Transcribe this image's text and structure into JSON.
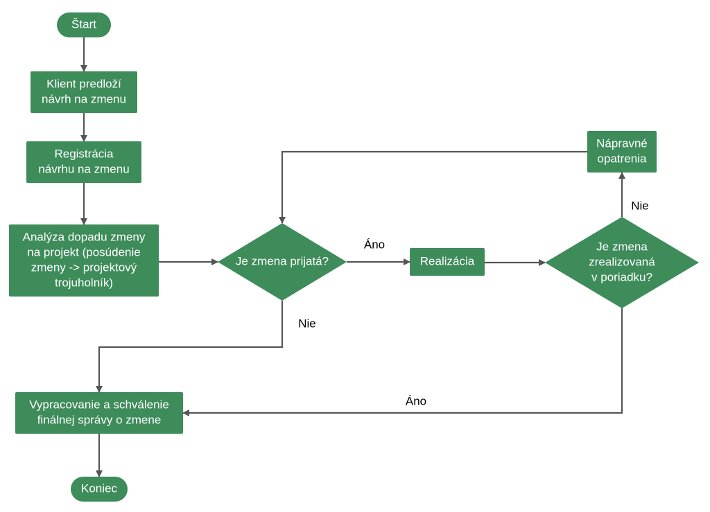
{
  "colors": {
    "node_fill": "#3d8c5a",
    "node_text": "#ffffff",
    "connector": "#555555",
    "label_text": "#000000"
  },
  "nodes": {
    "start": {
      "shape": "terminal",
      "lines": [
        "Štart"
      ]
    },
    "client_submit": {
      "shape": "process",
      "lines": [
        "Klient predloží",
        "návrh na zmenu"
      ]
    },
    "registration": {
      "shape": "process",
      "lines": [
        "Registrácia",
        "návrhu na zmenu"
      ]
    },
    "impact_analysis": {
      "shape": "process",
      "lines": [
        "Analýza dopadu zmeny",
        "na projekt (posúdenie",
        "zmeny -> projektový",
        "trojuholník)"
      ]
    },
    "accepted_decision": {
      "shape": "decision",
      "lines": [
        "Je zmena prijatá?"
      ]
    },
    "implementation": {
      "shape": "process",
      "lines": [
        "Realizácia"
      ]
    },
    "ok_decision": {
      "shape": "decision",
      "lines": [
        "Je zmena",
        "zrealizovaná",
        "v poriadku?"
      ]
    },
    "corrective_actions": {
      "shape": "process",
      "lines": [
        "Nápravné",
        "opatrenia"
      ]
    },
    "final_report": {
      "shape": "process",
      "lines": [
        "Vypracovanie a schválenie",
        "finálnej správy o zmene"
      ]
    },
    "end": {
      "shape": "terminal",
      "lines": [
        "Koniec"
      ]
    }
  },
  "edges": [
    {
      "from": "start",
      "to": "client_submit",
      "label": ""
    },
    {
      "from": "client_submit",
      "to": "registration",
      "label": ""
    },
    {
      "from": "registration",
      "to": "impact_analysis",
      "label": ""
    },
    {
      "from": "impact_analysis",
      "to": "accepted_decision",
      "label": ""
    },
    {
      "from": "accepted_decision",
      "to": "implementation",
      "label": "Áno"
    },
    {
      "from": "accepted_decision",
      "to": "final_report",
      "label": "Nie"
    },
    {
      "from": "implementation",
      "to": "ok_decision",
      "label": ""
    },
    {
      "from": "ok_decision",
      "to": "corrective_actions",
      "label": "Nie"
    },
    {
      "from": "ok_decision",
      "to": "final_report",
      "label": "Áno"
    },
    {
      "from": "corrective_actions",
      "to": "accepted_decision",
      "label": ""
    },
    {
      "from": "final_report",
      "to": "end",
      "label": ""
    }
  ]
}
